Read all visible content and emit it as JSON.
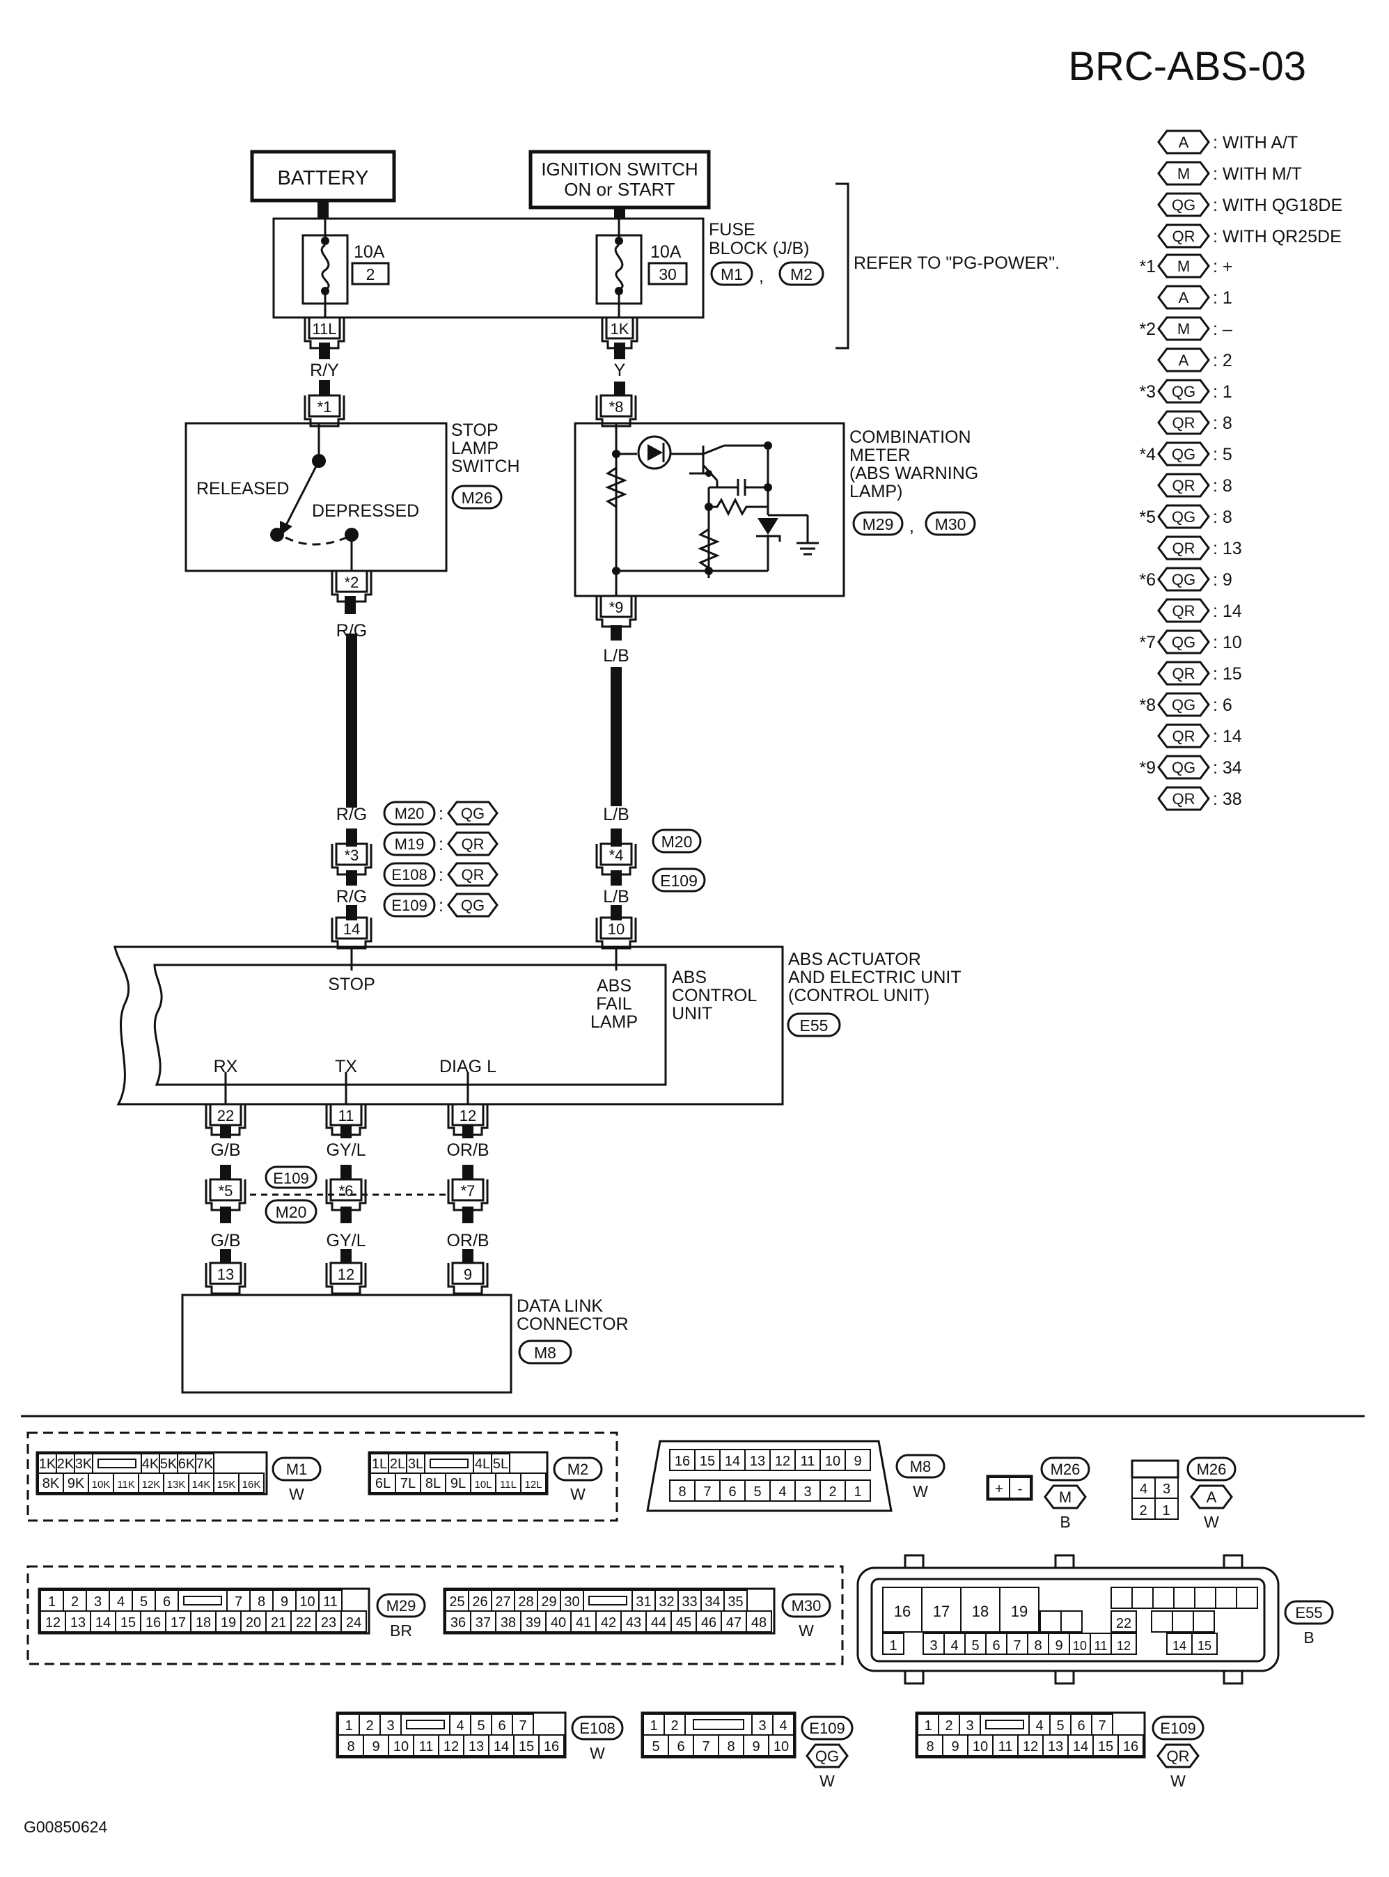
{
  "page_code": "BRC-ABS-03",
  "figure_code": "G00850624",
  "legend": [
    {
      "tag": "A",
      "desc": ": WITH A/T"
    },
    {
      "tag": "M",
      "desc": ": WITH M/T"
    },
    {
      "tag": "QG",
      "desc": ": WITH QG18DE"
    },
    {
      "tag": "QR",
      "desc": ": WITH QR25DE"
    }
  ],
  "pin_notes": [
    {
      "star": "*1",
      "tag": "M",
      "val": ": +"
    },
    {
      "star": "",
      "tag": "A",
      "val": ": 1"
    },
    {
      "star": "*2",
      "tag": "M",
      "val": ": –"
    },
    {
      "star": "",
      "tag": "A",
      "val": ": 2"
    },
    {
      "star": "*3",
      "tag": "QG",
      "val": ": 1"
    },
    {
      "star": "",
      "tag": "QR",
      "val": ": 8"
    },
    {
      "star": "*4",
      "tag": "QG",
      "val": ": 5"
    },
    {
      "star": "",
      "tag": "QR",
      "val": ": 8"
    },
    {
      "star": "*5",
      "tag": "QG",
      "val": ": 8"
    },
    {
      "star": "",
      "tag": "QR",
      "val": ": 13"
    },
    {
      "star": "*6",
      "tag": "QG",
      "val": ": 9"
    },
    {
      "star": "",
      "tag": "QR",
      "val": ": 14"
    },
    {
      "star": "*7",
      "tag": "QG",
      "val": ": 10"
    },
    {
      "star": "",
      "tag": "QR",
      "val": ": 15"
    },
    {
      "star": "*8",
      "tag": "QG",
      "val": ": 6"
    },
    {
      "star": "",
      "tag": "QR",
      "val": ": 14"
    },
    {
      "star": "*9",
      "tag": "QG",
      "val": ": 34"
    },
    {
      "star": "",
      "tag": "QR",
      "val": ": 38"
    }
  ],
  "battery": "BATTERY",
  "ignition": [
    "IGNITION SWITCH",
    "ON or START"
  ],
  "fuse_block": {
    "label": [
      "FUSE",
      "BLOCK (J/B)"
    ],
    "conn1": "M1",
    "conn2": "M2",
    "sep": ",",
    "refer": "REFER TO \"PG-POWER\".",
    "fuse1": {
      "amp": "10A",
      "num": "2",
      "pin": "11L"
    },
    "fuse2": {
      "amp": "10A",
      "num": "30",
      "pin": "1K"
    }
  },
  "wire_ry": "R/Y",
  "wire_y": "Y",
  "stop_lamp": {
    "label": [
      "STOP",
      "LAMP",
      "SWITCH"
    ],
    "conn": "M26",
    "released": "RELEASED",
    "depressed": "DEPRESSED",
    "pin_in": "*1",
    "pin_out": "*2"
  },
  "combination_meter": {
    "label": [
      "COMBINATION",
      "METER",
      "(ABS WARNING",
      "LAMP)"
    ],
    "conn1": "M29",
    "conn2": "M30",
    "sep": ",",
    "pin_in": "*8",
    "pin_out": "*9"
  },
  "wire_rg": "R/G",
  "wire_lb": "L/B",
  "inline_left": {
    "pin": "*3",
    "conns": [
      {
        "conn": "M20",
        "tag": "QG"
      },
      {
        "conn": "M19",
        "tag": "QR"
      },
      {
        "conn": "E108",
        "tag": "QR"
      },
      {
        "conn": "E109",
        "tag": "QG"
      }
    ]
  },
  "inline_right": {
    "pin": "*4",
    "conn1": "M20",
    "conn2": "E109"
  },
  "abs_unit": {
    "outer_label": [
      "ABS ACTUATOR",
      "AND ELECTRIC UNIT",
      "(CONTROL UNIT)"
    ],
    "conn": "E55",
    "inner_label": [
      "ABS",
      "CONTROL",
      "UNIT"
    ],
    "stop": "STOP",
    "fail_lamp": [
      "ABS",
      "FAIL",
      "LAMP"
    ],
    "rx": "RX",
    "tx": "TX",
    "diag": "DIAG L",
    "pins": {
      "stop": "14",
      "fail": "10",
      "rx": "22",
      "tx": "11",
      "diag": "12"
    }
  },
  "wire_gb": "G/B",
  "wire_gyl": "GY/L",
  "wire_orb": "OR/B",
  "inline_lower": {
    "pins": [
      "*5",
      "*6",
      "*7"
    ],
    "conn1": "E109",
    "conn2": "M20"
  },
  "dlc": {
    "label": [
      "DATA LINK",
      "CONNECTOR"
    ],
    "conn": "M8",
    "pins": [
      "13",
      "12",
      "9"
    ]
  },
  "connectors": {
    "m1": {
      "top": [
        "1K",
        "2K",
        "3K",
        "4K",
        "5K",
        "6K",
        "7K"
      ],
      "bottom": [
        "8K",
        "9K",
        "10K",
        "11K",
        "12K",
        "13K",
        "14K",
        "15K",
        "16K"
      ],
      "name": "M1",
      "color": "W"
    },
    "m2": {
      "top": [
        "1L",
        "2L",
        "3L",
        "4L",
        "5L"
      ],
      "bottom": [
        "6L",
        "7L",
        "8L",
        "9L",
        "10L",
        "11L",
        "12L"
      ],
      "name": "M2",
      "color": "W"
    },
    "m8": {
      "top": [
        "16",
        "15",
        "14",
        "13",
        "12",
        "11",
        "10",
        "9"
      ],
      "bottom": [
        "8",
        "7",
        "6",
        "5",
        "4",
        "3",
        "2",
        "1"
      ],
      "name": "M8",
      "color": "W"
    },
    "m26m": {
      "cells": [
        "+",
        "-"
      ],
      "name": "M26",
      "tag": "M",
      "color": "B"
    },
    "m26a": {
      "cells": [
        "4",
        "3",
        "2",
        "1"
      ],
      "name": "M26",
      "tag": "A",
      "color": "W"
    },
    "m29": {
      "top": [
        "1",
        "2",
        "3",
        "4",
        "5",
        "6",
        "7",
        "8",
        "9",
        "10",
        "11"
      ],
      "bottom": [
        "12",
        "13",
        "14",
        "15",
        "16",
        "17",
        "18",
        "19",
        "20",
        "21",
        "22",
        "23",
        "24"
      ],
      "name": "M29",
      "color": "BR"
    },
    "m30": {
      "top": [
        "25",
        "26",
        "27",
        "28",
        "29",
        "30",
        "31",
        "32",
        "33",
        "34",
        "35"
      ],
      "bottom": [
        "36",
        "37",
        "38",
        "39",
        "40",
        "41",
        "42",
        "43",
        "44",
        "45",
        "46",
        "47",
        "48"
      ],
      "name": "M30",
      "color": "W"
    },
    "e55": {
      "big": [
        "16",
        "17",
        "18",
        "19"
      ],
      "mid": "22",
      "bottom": [
        "1",
        "3",
        "4",
        "5",
        "6",
        "7",
        "8",
        "9",
        "10",
        "11",
        "12",
        "14",
        "15"
      ],
      "name": "E55",
      "color": "B"
    },
    "e108": {
      "top": [
        "1",
        "2",
        "3",
        "4",
        "5",
        "6",
        "7"
      ],
      "bottom": [
        "8",
        "9",
        "10",
        "11",
        "12",
        "13",
        "14",
        "15",
        "16"
      ],
      "name": "E108",
      "color": "W"
    },
    "e109qg": {
      "top": [
        "1",
        "2",
        "3",
        "4"
      ],
      "bottom": [
        "5",
        "6",
        "7",
        "8",
        "9",
        "10"
      ],
      "name": "E109",
      "tag": "QG",
      "color": "W"
    },
    "e109qr": {
      "top": [
        "1",
        "2",
        "3",
        "4",
        "5",
        "6",
        "7"
      ],
      "bottom": [
        "8",
        "9",
        "10",
        "11",
        "12",
        "13",
        "14",
        "15",
        "16"
      ],
      "name": "E109",
      "tag": "QR",
      "color": "W"
    }
  }
}
